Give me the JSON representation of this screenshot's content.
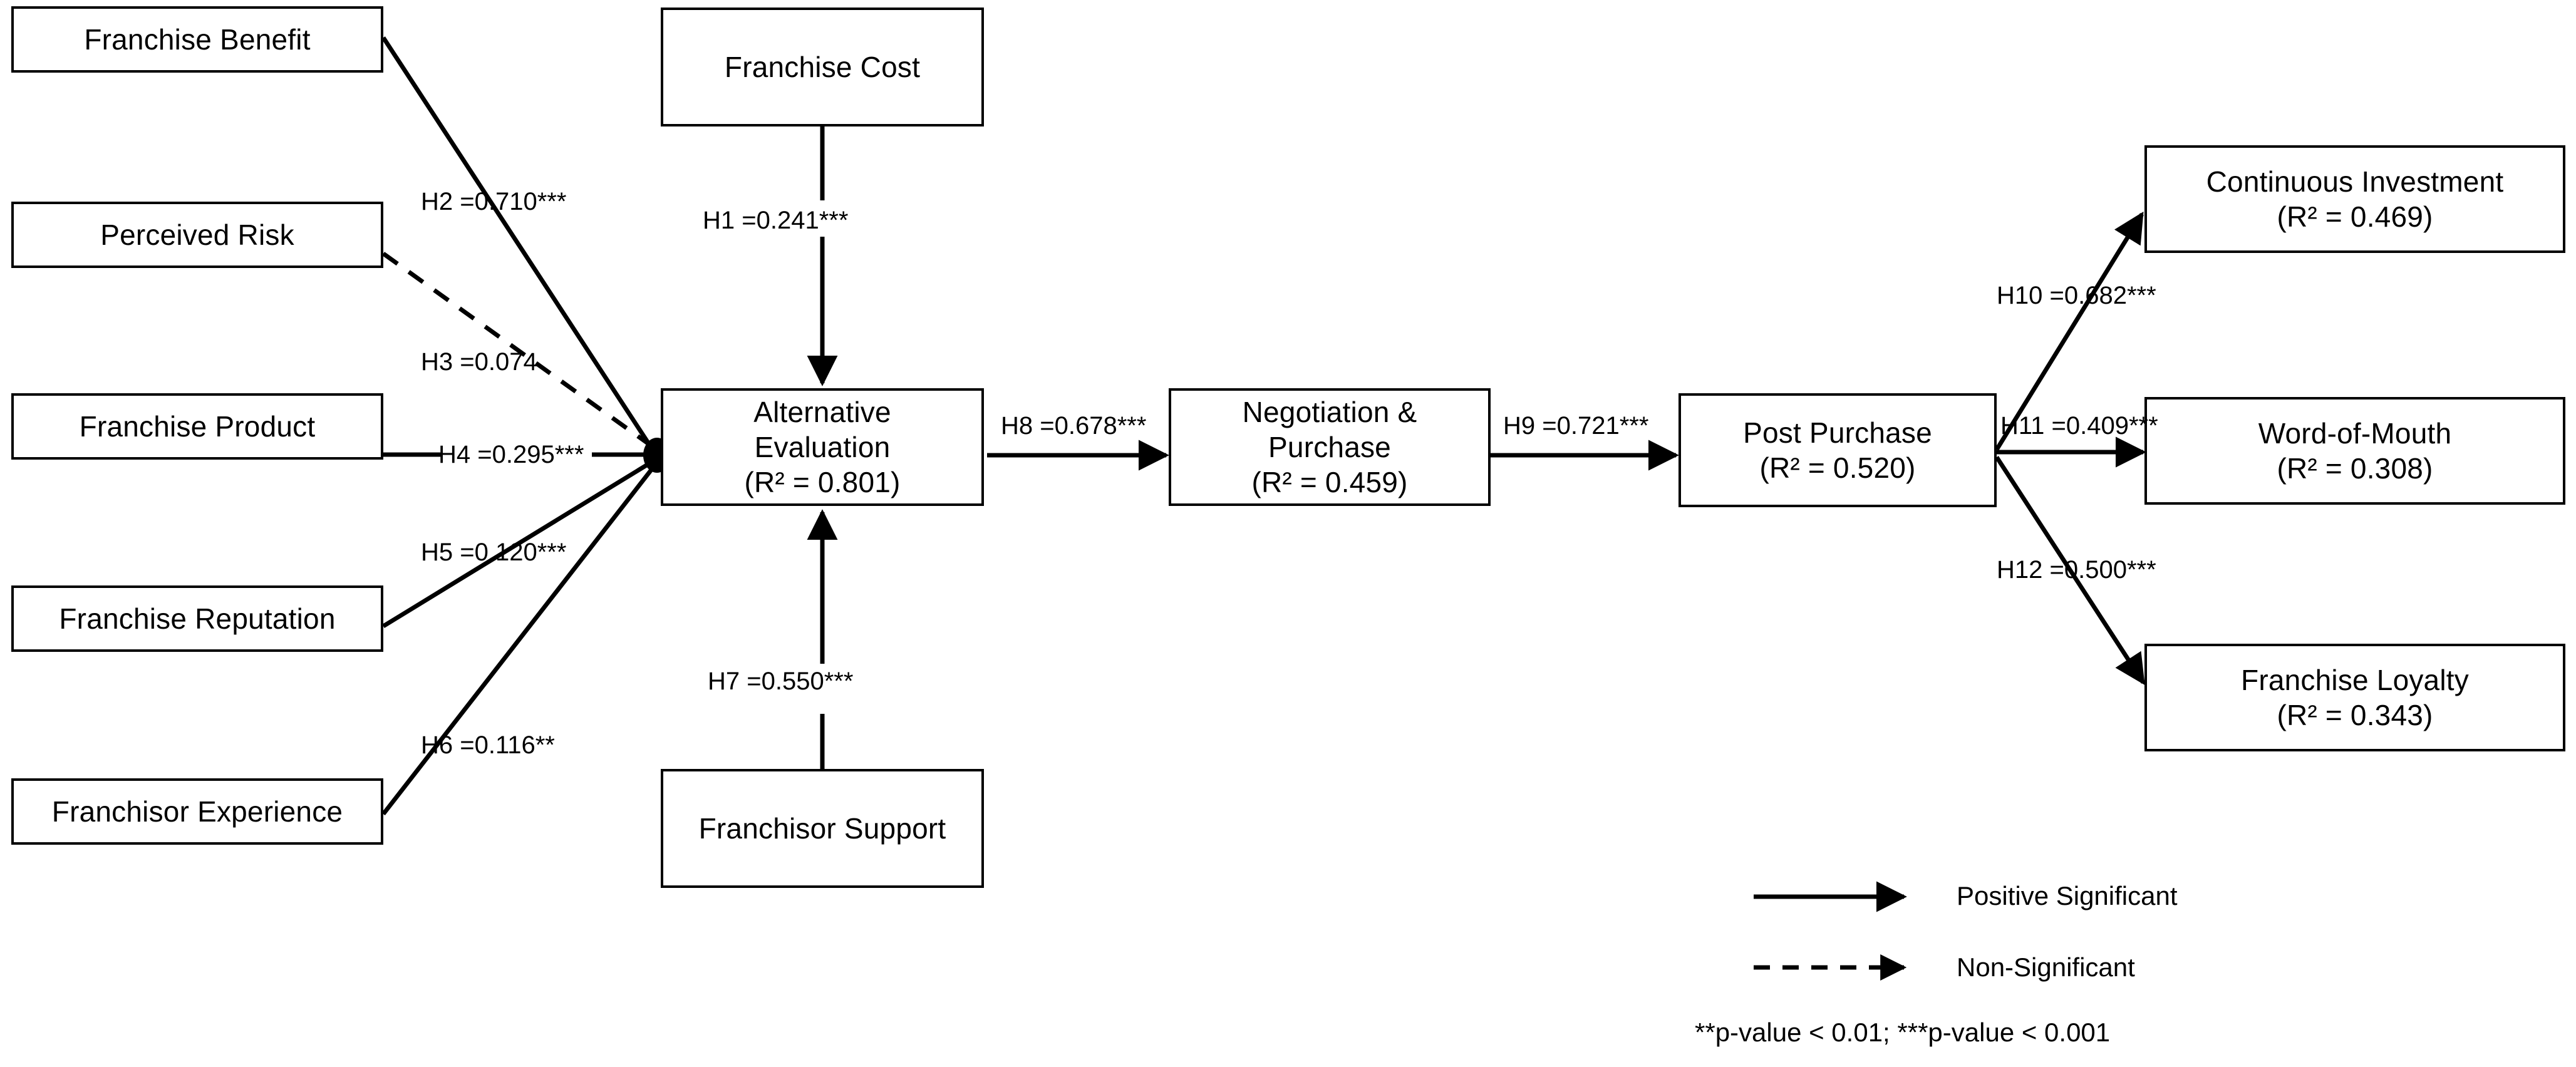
{
  "diagram": {
    "title": "Franchise Purchase Decision Structural Model",
    "nodes": {
      "franchise_benefit": {
        "label": "Franchise Benefit"
      },
      "perceived_risk": {
        "label": "Perceived Risk"
      },
      "franchise_product": {
        "label": "Franchise Product"
      },
      "franchise_reputation": {
        "label": "Franchise Reputation"
      },
      "franchisor_experience": {
        "label": "Franchisor Experience"
      },
      "franchise_cost": {
        "label": "Franchise Cost"
      },
      "franchisor_support": {
        "label": "Franchisor Support"
      },
      "alternative_evaluation": {
        "line1": "Alternative",
        "line2": "Evaluation",
        "r2": "(R² = 0.801)",
        "r2_value": 0.801
      },
      "negotiation_purchase": {
        "line1": "Negotiation &",
        "line2": "Purchase",
        "r2": "(R² = 0.459)",
        "r2_value": 0.459
      },
      "post_purchase": {
        "line1": "Post Purchase",
        "r2": "(R² = 0.520)",
        "r2_value": 0.52
      },
      "continuous_investment": {
        "line1": "Continuous Investment",
        "r2": "(R² = 0.469)",
        "r2_value": 0.469
      },
      "word_of_mouth": {
        "line1": "Word-of-Mouth",
        "r2": "(R² = 0.308)",
        "r2_value": 0.308
      },
      "franchise_loyalty": {
        "line1": "Franchise Loyalty",
        "r2": "(R² = 0.343)",
        "r2_value": 0.343
      }
    },
    "paths": {
      "h1": {
        "label": "H1 =0.241***",
        "hypothesis": "H1",
        "coefficient": 0.241,
        "significance": "***",
        "from": "franchise_cost",
        "to": "alternative_evaluation",
        "style": "solid"
      },
      "h2": {
        "label": "H2 =0.710***",
        "hypothesis": "H2",
        "coefficient": 0.71,
        "significance": "***",
        "from": "franchise_benefit",
        "to": "alternative_evaluation",
        "style": "solid"
      },
      "h3": {
        "label": "H3 =0.074",
        "hypothesis": "H3",
        "coefficient": 0.074,
        "significance": "",
        "from": "perceived_risk",
        "to": "alternative_evaluation",
        "style": "dashed"
      },
      "h4": {
        "label": "H4 =0.295***",
        "hypothesis": "H4",
        "coefficient": 0.295,
        "significance": "***",
        "from": "franchise_product",
        "to": "alternative_evaluation",
        "style": "solid"
      },
      "h5": {
        "label": "H5 =0.120***",
        "hypothesis": "H5",
        "coefficient": 0.12,
        "significance": "***",
        "from": "franchise_reputation",
        "to": "alternative_evaluation",
        "style": "solid"
      },
      "h6": {
        "label": "H6 =0.116**",
        "hypothesis": "H6",
        "coefficient": 0.116,
        "significance": "**",
        "from": "franchisor_experience",
        "to": "alternative_evaluation",
        "style": "solid"
      },
      "h7": {
        "label": "H7 =0.550***",
        "hypothesis": "H7",
        "coefficient": 0.55,
        "significance": "***",
        "from": "franchisor_support",
        "to": "alternative_evaluation",
        "style": "solid"
      },
      "h8": {
        "label": "H8 =0.678***",
        "hypothesis": "H8",
        "coefficient": 0.678,
        "significance": "***",
        "from": "alternative_evaluation",
        "to": "negotiation_purchase",
        "style": "solid"
      },
      "h9": {
        "label": "H9 =0.721***",
        "hypothesis": "H9",
        "coefficient": 0.721,
        "significance": "***",
        "from": "negotiation_purchase",
        "to": "post_purchase",
        "style": "solid"
      },
      "h10": {
        "label": "H10 =0.682***",
        "hypothesis": "H10",
        "coefficient": 0.682,
        "significance": "***",
        "from": "post_purchase",
        "to": "continuous_investment",
        "style": "solid"
      },
      "h11": {
        "label": "H11 =0.409***",
        "hypothesis": "H11",
        "coefficient": 0.409,
        "significance": "***",
        "from": "post_purchase",
        "to": "word_of_mouth",
        "style": "solid"
      },
      "h12": {
        "label": "H12 =0.500***",
        "hypothesis": "H12",
        "coefficient": 0.5,
        "significance": "***",
        "from": "post_purchase",
        "to": "franchise_loyalty",
        "style": "solid"
      }
    },
    "legend": {
      "positive_significant": "Positive Significant",
      "non_significant": "Non-Significant",
      "p_value_note": "**p-value < 0.01;  ***p-value < 0.001"
    }
  }
}
